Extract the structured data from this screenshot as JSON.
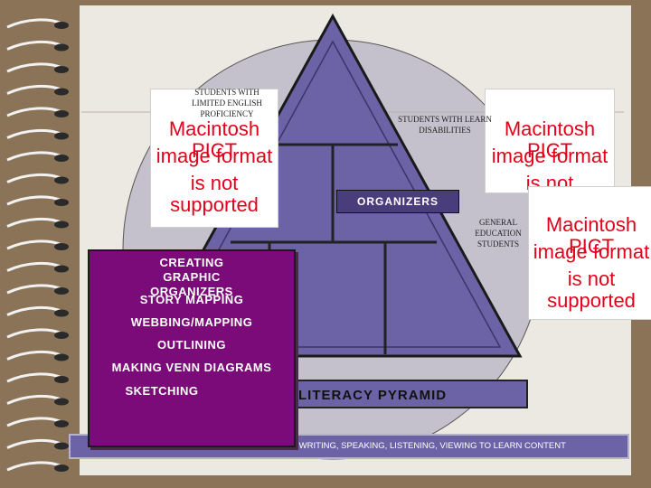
{
  "slide": {
    "pyramid_top_label": "ORGANIZERS",
    "pyramid_title": "LITERACY PYRAMID",
    "bottom_banner": "G, WRITING, SPEAKING, LISTENING, VIEWING TO LEARN CONTENT"
  },
  "captions": {
    "lep": [
      "STUDENTS WITH",
      "LIMITED ENGLISH",
      "PROFICIENCY"
    ],
    "ld": [
      "STUDENTS WITH LEARN",
      "DISABILITIES"
    ],
    "gen": [
      "GENERAL",
      "EDUCATION",
      "STUDENTS"
    ]
  },
  "placeholder": {
    "lines": [
      "Macintosh PICT",
      "image format",
      "is not supported"
    ]
  },
  "panel": {
    "items": [
      "CREATING GRAPHIC ORGANIZERS",
      "STORY MAPPING",
      "WEBBING/MAPPING",
      "OUTLINING",
      "MAKING VENN DIAGRAMS",
      "SKETCHING"
    ]
  },
  "colors": {
    "background": "#8b7357",
    "content": "#ece9e2",
    "circle": "#c4c1cc",
    "pyramid": "#6c62a6",
    "panel": "#7a0b78",
    "placeholder_text": "#e2001a"
  }
}
